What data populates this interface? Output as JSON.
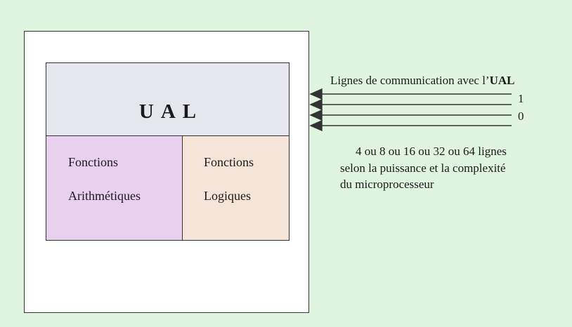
{
  "ual": {
    "title": "UAL"
  },
  "arithmetic": {
    "line1": "Fonctions",
    "line2": "Arithmétiques"
  },
  "logic": {
    "line1": "Fonctions",
    "line2": "Logiques"
  },
  "communication": {
    "title_prefix": "Lignes de communication avec l’",
    "title_bold": "UAL",
    "bit_one": "1",
    "bit_zero": "0",
    "desc_line1": "4 ou 8 ou 16 ou 32 ou 64 lignes",
    "desc_line2": "selon la puissance et la complexité",
    "desc_line3": "du microprocesseur"
  },
  "colors": {
    "background": "#dff5df",
    "ual_header": "#e6e6ee",
    "arithmetic_panel": "#e7d1ee",
    "logic_panel": "#f4e5d8"
  }
}
